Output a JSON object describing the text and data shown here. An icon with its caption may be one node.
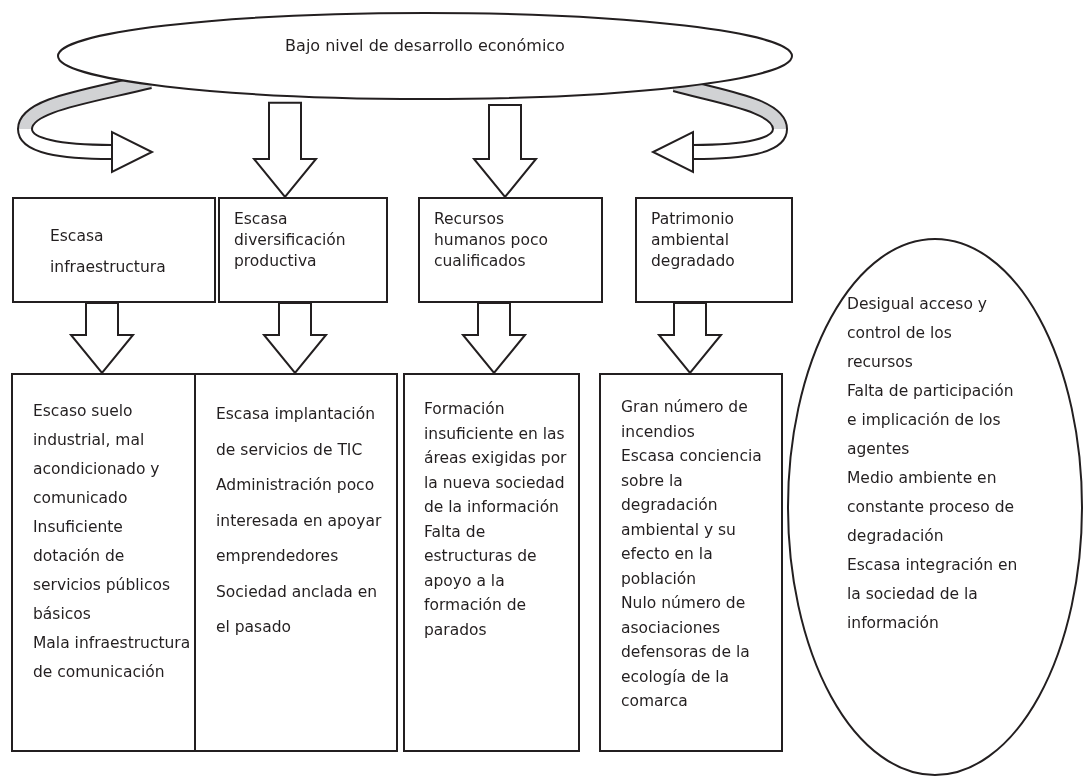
{
  "diagram": {
    "nodes": [
      {
        "text": [
          "Bajo nivel de desarrollo económico"
        ]
      },
      {
        "text": [
          "Escasa infraestructura"
        ]
      },
      {
        "text": [
          "Escasa diversificación productiva"
        ]
      },
      {
        "text": [
          "Recursos humanos poco cualificados"
        ]
      },
      {
        "text": [
          "Patrimonio ambiental degradado"
        ]
      },
      {
        "text": [
          "Escaso suelo industrial, mal acondicionado y comunicado",
          "Insuficiente dotación de servicios públicos básicos",
          "Mala infraestructura de comunicación"
        ]
      },
      {
        "text": [
          "Escasa implantación de servicios de TIC",
          "Administración poco interesada en apoyar emprendedores",
          "Sociedad anclada en el pasado"
        ]
      },
      {
        "text": [
          "Formación insuficiente en las áreas exigidas por la nueva sociedad de la información",
          "Falta de estructuras de apoyo a la formación de parados"
        ]
      },
      {
        "text": [
          "Gran número de incendios",
          "Escasa conciencia sobre la degradación ambiental y su efecto en la población",
          "Nulo número de asociaciones defensoras de la ecología de la comarca"
        ]
      },
      {
        "text": [
          "Desigual acceso y control de los recursos",
          "Falta de participación e implicación de los agentes",
          "Medio ambiente en constante proceso de degradación",
          "Escasa integración en la sociedad de la información"
        ]
      }
    ],
    "edges": [
      {
        "from": 0,
        "to": 1,
        "arrow": "to"
      },
      {
        "from": 0,
        "to": 2,
        "arrow": "to"
      },
      {
        "from": 0,
        "to": 3,
        "arrow": "to"
      },
      {
        "from": 0,
        "to": 4,
        "arrow": "to"
      },
      {
        "from": 1,
        "to": 5,
        "arrow": "to"
      },
      {
        "from": 2,
        "to": 6,
        "arrow": "to"
      },
      {
        "from": 3,
        "to": 7,
        "arrow": "to"
      },
      {
        "from": 4,
        "to": 8,
        "arrow": "to"
      }
    ]
  }
}
